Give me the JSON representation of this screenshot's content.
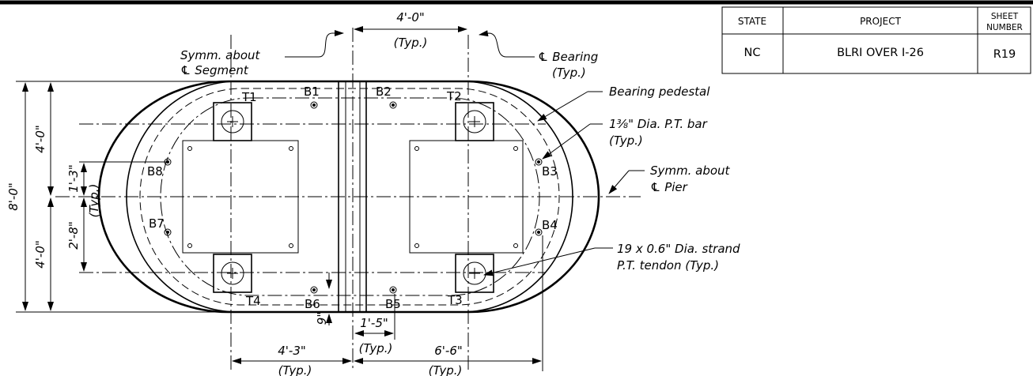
{
  "title_block": {
    "state_header": "STATE",
    "project_header": "PROJECT",
    "sheet_header_line1": "SHEET",
    "sheet_header_line2": "NUMBER",
    "state_value": "NC",
    "project_value": "BLRI OVER I-26",
    "sheet_value": "R19"
  },
  "labels": {
    "symm_segment_line1": "Symm. about",
    "symm_segment_line2": "℄ Segment",
    "bearing_line1": "℄ Bearing",
    "bearing_line2": "(Typ.)",
    "bearing_pedestal": "Bearing pedestal",
    "pt_bar_line1": "1⅜\" Dia. P.T. bar",
    "pt_bar_line2": "(Typ.)",
    "symm_pier_line1": "Symm. about",
    "symm_pier_line2": "℄ Pier",
    "strand_line1": "19 x 0.6\" Dia. strand",
    "strand_line2": "P.T. tendon (Typ.)"
  },
  "dimensions": {
    "top_width": "4'-0\"",
    "top_width_note": "(Typ.)",
    "overall_height": "8'-0\"",
    "upper_half": "4'-0\"",
    "lower_half": "4'-0\"",
    "bar_offset_upper": "1'-3\"",
    "bar_offset_note": "(Typ.)",
    "bar_offset_lower": "2'-8\"",
    "edge_offset": "9\"",
    "gap_width": "1'-5\"",
    "gap_note": "(Typ.)",
    "left_dim": "4'-3\"",
    "left_dim_note": "(Typ.)",
    "right_dim": "6'-6\"",
    "right_dim_note": "(Typ.)"
  },
  "bolts": {
    "T1": "T1",
    "T2": "T2",
    "T3": "T3",
    "T4": "T4",
    "B1": "B1",
    "B2": "B2",
    "B3": "B3",
    "B4": "B4",
    "B5": "B5",
    "B6": "B6",
    "B7": "B7",
    "B8": "B8"
  }
}
